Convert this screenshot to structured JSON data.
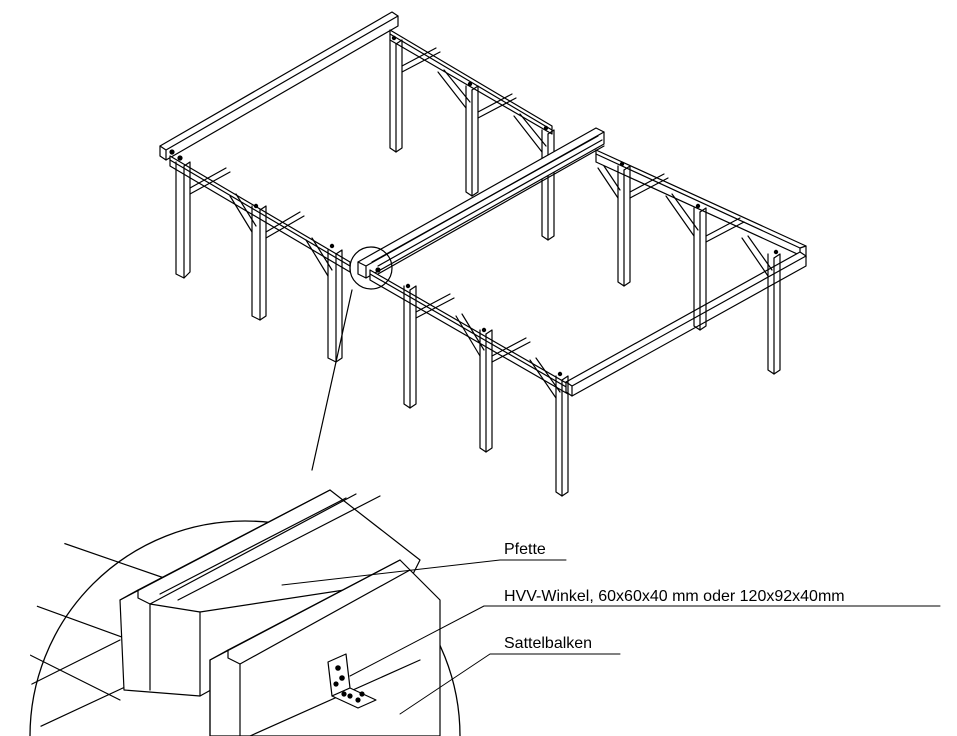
{
  "labels": {
    "purlin": "Pfette",
    "bracket": "HVV-Winkel, 60x60x40 mm oder 120x92x40mm",
    "saddle_beam": "Sattelbalken"
  },
  "colors": {
    "stroke": "#000000",
    "background": "#ffffff",
    "plate": "#ffffff"
  },
  "icons": {
    "bracket": "angle-bracket-icon"
  }
}
